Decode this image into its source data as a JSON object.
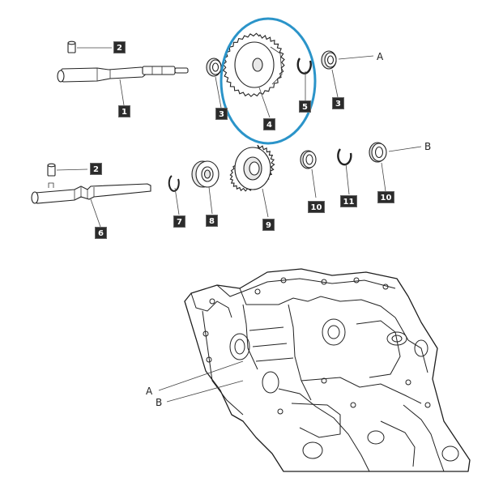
{
  "callouts": {
    "c1": "1",
    "c2a": "2",
    "c2b": "2",
    "c3a": "3",
    "c3b": "3",
    "c4": "4",
    "c5": "5",
    "c6": "6",
    "c7": "7",
    "c8": "8",
    "c9": "9",
    "c10a": "10",
    "c10b": "10",
    "c11": "11"
  },
  "refs": {
    "a_top": "A",
    "b_top": "B",
    "a_housing": "A",
    "b_housing": "B"
  },
  "colors": {
    "highlight": "#2b94c9",
    "ink": "#222222",
    "label_bg": "#2b2b2b"
  }
}
